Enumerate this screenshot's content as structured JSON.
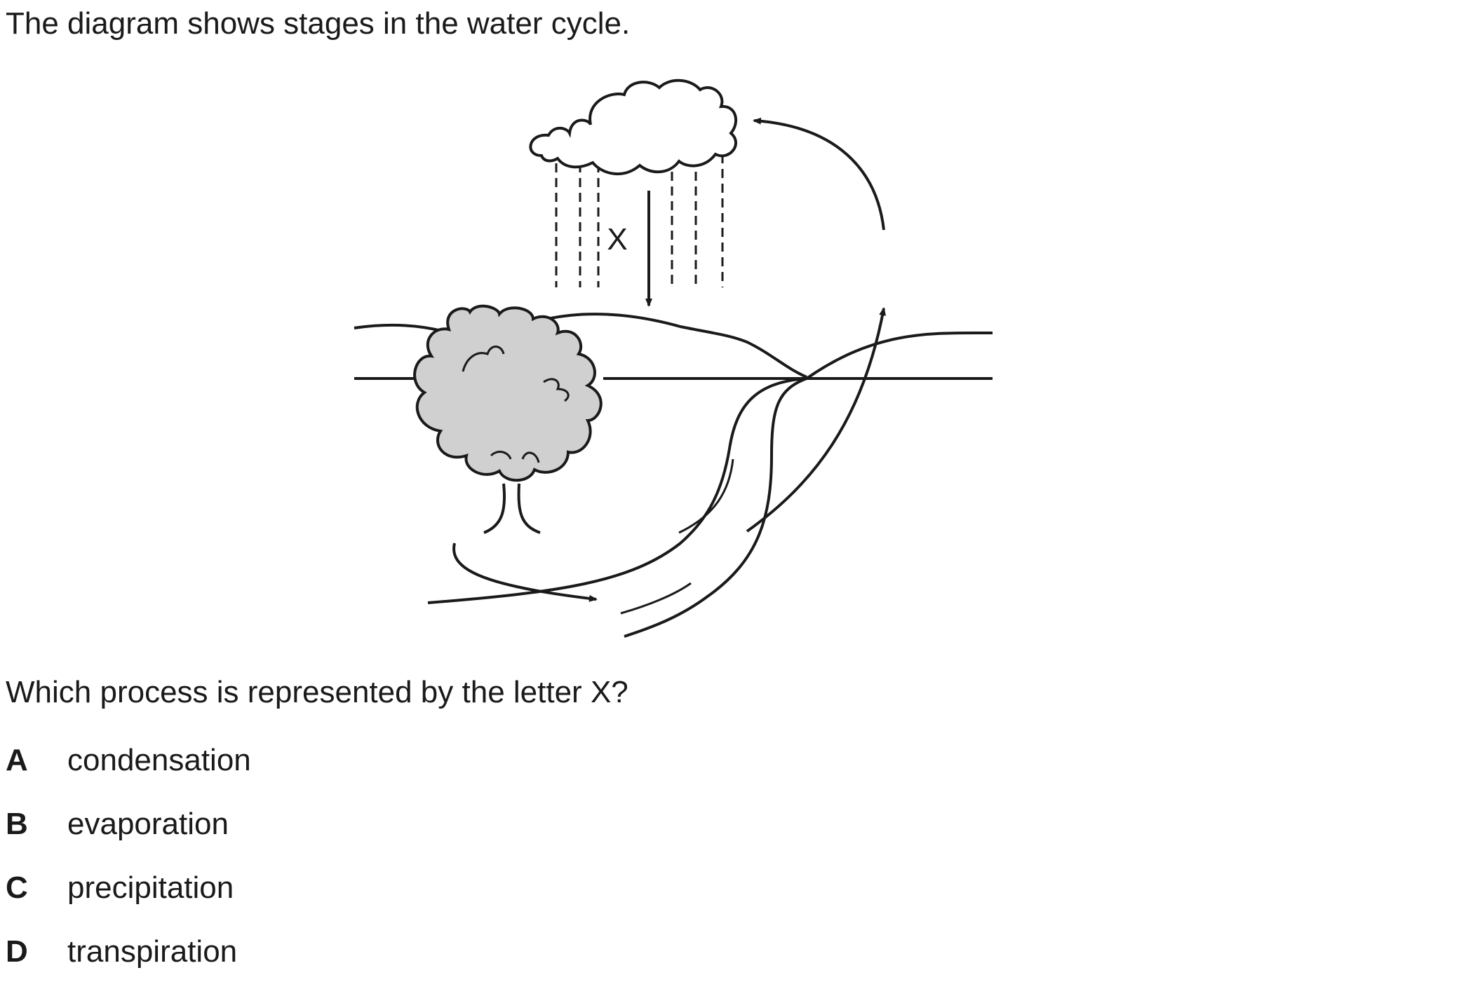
{
  "intro_text": "The diagram shows stages in the water cycle.",
  "diagram": {
    "label_x": "X",
    "tree_fill": "#d0d0d0",
    "line_color": "#1a1a1a"
  },
  "question_text": "Which process is represented by the letter X?",
  "options": [
    {
      "letter": "A",
      "text": "condensation"
    },
    {
      "letter": "B",
      "text": "evaporation"
    },
    {
      "letter": "C",
      "text": "precipitation"
    },
    {
      "letter": "D",
      "text": "transpiration"
    }
  ]
}
